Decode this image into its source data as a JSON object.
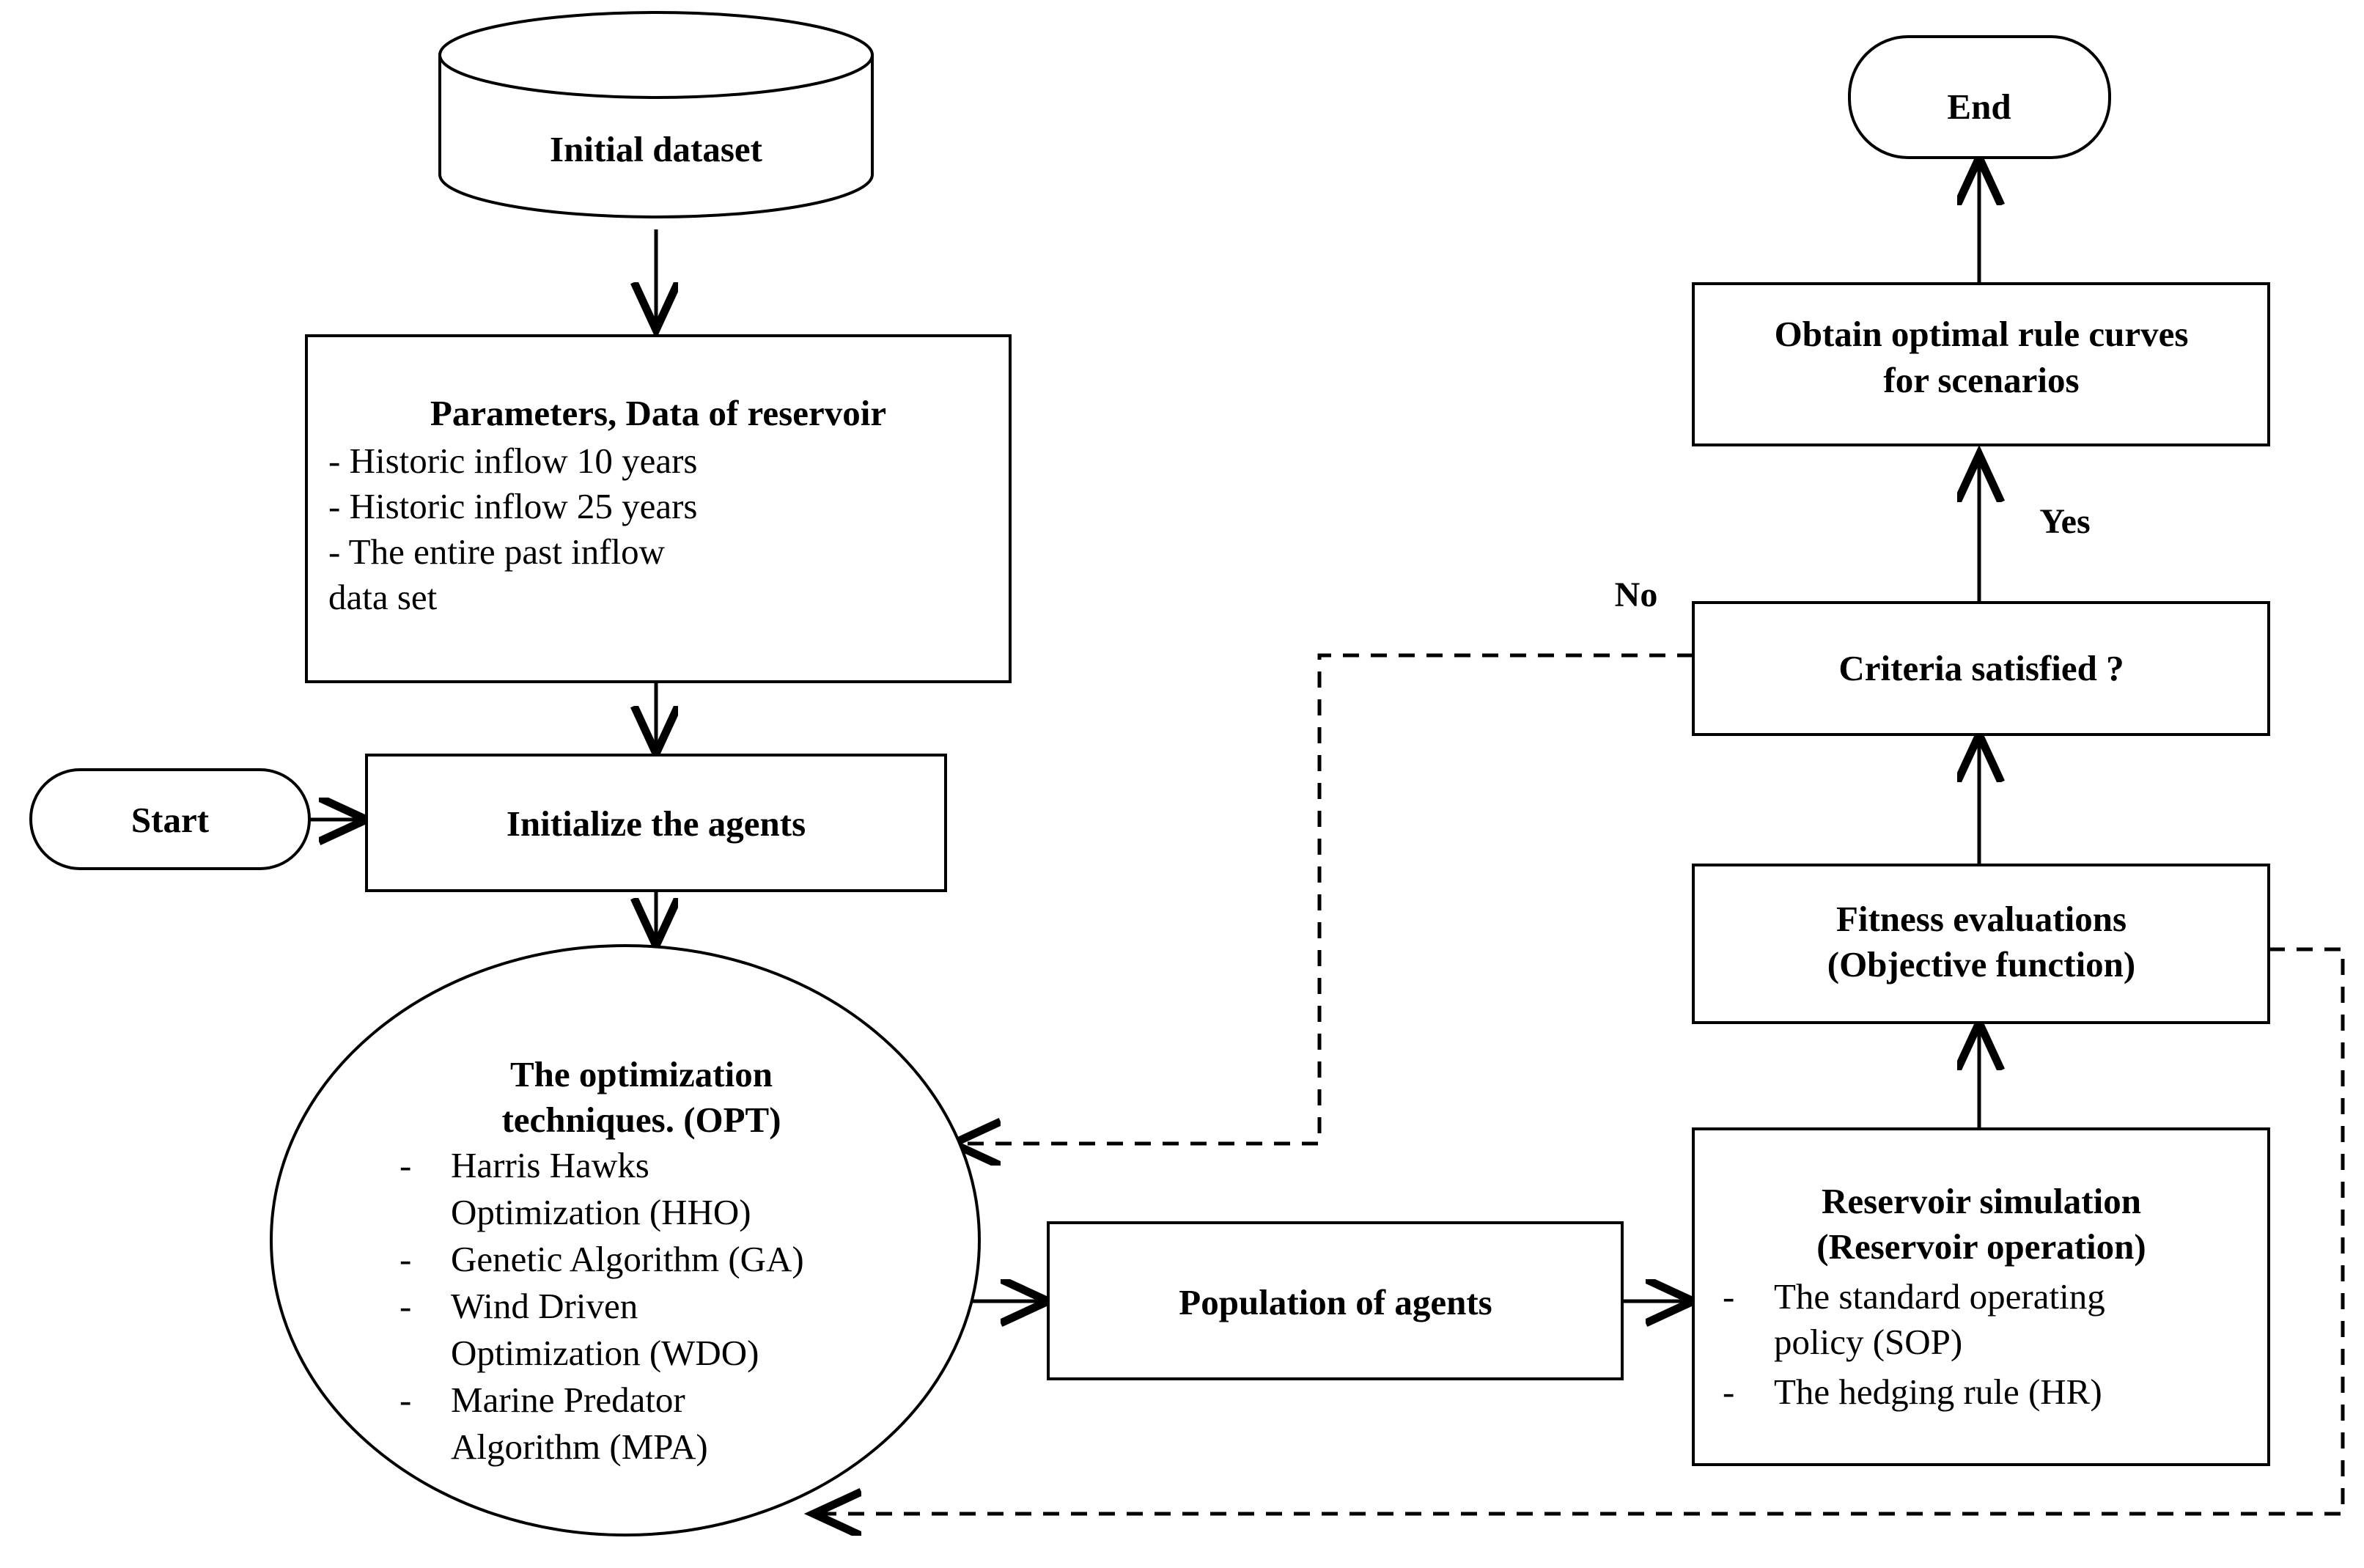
{
  "diagram": {
    "title": "Reservoir rule curve optimization flowchart",
    "colors": {
      "stroke": "#000000",
      "fill": "#ffffff",
      "text": "#000000"
    },
    "nodes": {
      "initial_dataset": {
        "shape": "cylinder",
        "label": "Initial  dataset"
      },
      "parameters": {
        "shape": "rectangle",
        "title": "Parameters, Data of reservoir",
        "items": [
          "- Historic inflow 10 years",
          "- Historic inflow 25 years",
          "- The entire past inflow",
          " data set"
        ]
      },
      "start": {
        "shape": "rounded",
        "label": "Start"
      },
      "initialize_agents": {
        "shape": "rectangle",
        "label": "Initialize  the agents"
      },
      "optimization": {
        "shape": "ellipse",
        "title_line1": "The optimization",
        "title_line2": "techniques.  (OPT)",
        "items": [
          {
            "bullet": "-",
            "line1": "Harris Hawks",
            "line2": "Optimization (HHO)"
          },
          {
            "bullet": "-",
            "line1": "Genetic Algorithm (GA)",
            "line2": ""
          },
          {
            "bullet": "-",
            "line1": "Wind Driven",
            "line2": "Optimization (WDO)"
          },
          {
            "bullet": "-",
            "line1": "Marine Predator",
            "line2": "Algorithm (MPA)"
          }
        ]
      },
      "population": {
        "shape": "rectangle",
        "label": "Population of agents"
      },
      "reservoir_simulation": {
        "shape": "rectangle",
        "title_line1": "Reservoir simulation",
        "title_line2": "(Reservoir operation)",
        "items": [
          {
            "bullet": "-",
            "line1": "The standard operating",
            "line2": "policy (SOP)"
          },
          {
            "bullet": "-",
            "line1": "The hedging rule (HR)",
            "line2": ""
          }
        ]
      },
      "fitness": {
        "shape": "rectangle",
        "line1": "Fitness evaluations",
        "line2": "(Objective  function)"
      },
      "criteria": {
        "shape": "rectangle",
        "label": "Criteria satisfied ?"
      },
      "obtain_rule_curves": {
        "shape": "rectangle",
        "line1": "Obtain optimal rule curves",
        "line2": "for scenarios"
      },
      "end": {
        "shape": "rounded",
        "label": "End"
      }
    },
    "edge_labels": {
      "yes": "Yes",
      "no": "No"
    }
  }
}
